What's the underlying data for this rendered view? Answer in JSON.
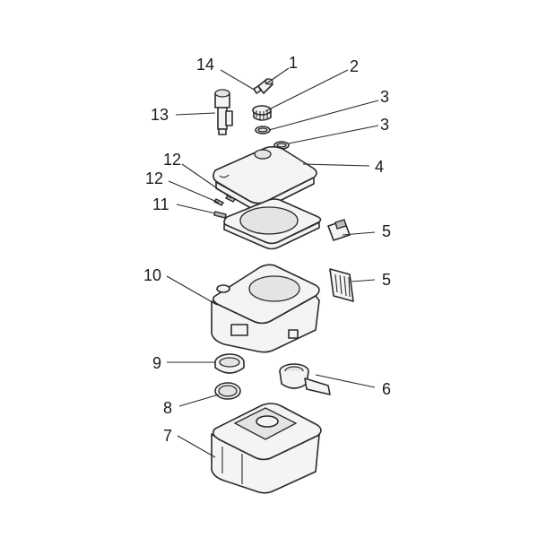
{
  "callouts": [
    {
      "id": "c1",
      "label": "1"
    },
    {
      "id": "c2",
      "label": "2"
    },
    {
      "id": "c3a",
      "label": "3"
    },
    {
      "id": "c3b",
      "label": "3"
    },
    {
      "id": "c4",
      "label": "4"
    },
    {
      "id": "c5a",
      "label": "5"
    },
    {
      "id": "c5b",
      "label": "5"
    },
    {
      "id": "c6",
      "label": "6"
    },
    {
      "id": "c7",
      "label": "7"
    },
    {
      "id": "c8",
      "label": "8"
    },
    {
      "id": "c9",
      "label": "9"
    },
    {
      "id": "c10",
      "label": "10"
    },
    {
      "id": "c11",
      "label": "11"
    },
    {
      "id": "c12a",
      "label": "12"
    },
    {
      "id": "c12b",
      "label": "12"
    },
    {
      "id": "c13",
      "label": "13"
    },
    {
      "id": "c14",
      "label": "14"
    }
  ]
}
